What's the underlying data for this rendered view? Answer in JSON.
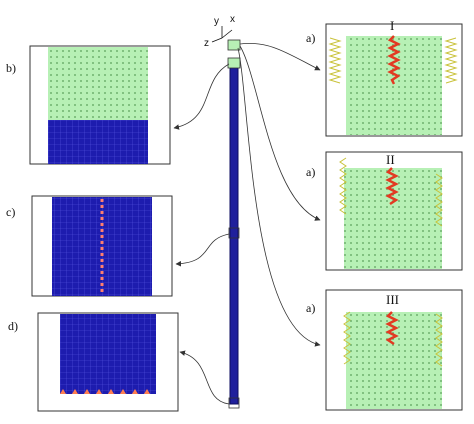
{
  "panels": {
    "a_label": "a)",
    "b_label": "b)",
    "c_label": "c)",
    "d_label": "d)",
    "roman": [
      "I",
      "II",
      "III"
    ]
  },
  "axes": {
    "y": "y",
    "x": "x",
    "z": "z"
  },
  "colors": {
    "green_mesh": "#b7f0b5",
    "green_dots": "#5aa05a",
    "blue_mesh": "#1d1cae",
    "blue_grid": "#4a4ad6",
    "beam": "#1f1f9c",
    "red_crack": "#e23a22",
    "yellow_support": "#d4cf4a",
    "orange_marker": "#ff7f50"
  }
}
